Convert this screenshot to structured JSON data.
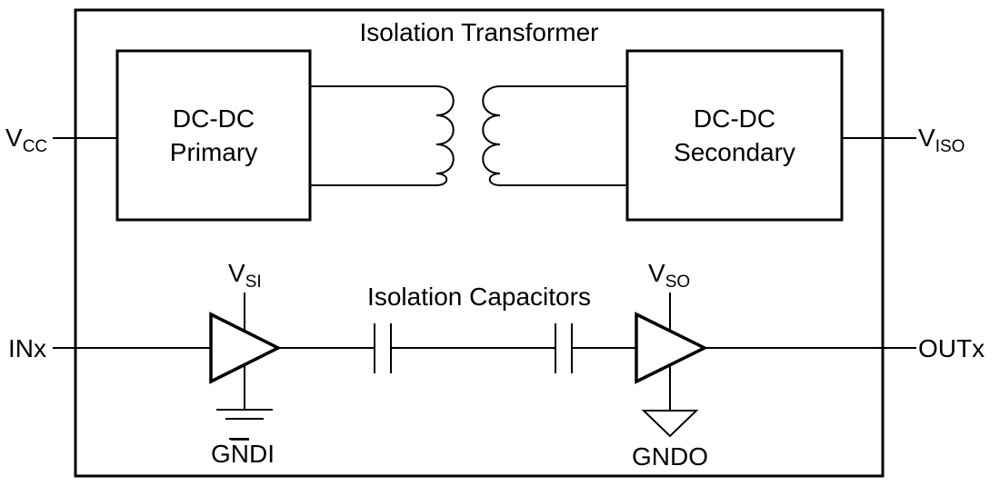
{
  "diagram": {
    "outer_block_title": "Isolation Transformer",
    "capacitor_label": "Isolation Capacitors",
    "primary_block": {
      "line1": "DC-DC",
      "line2": "Primary"
    },
    "secondary_block": {
      "line1": "DC-DC",
      "line2": "Secondary"
    },
    "pins": {
      "vcc": {
        "main": "V",
        "sub": "CC"
      },
      "viso": {
        "main": "V",
        "sub": "ISO"
      },
      "inx": "INx",
      "outx": "OUTx"
    },
    "supplies": {
      "vsi": {
        "main": "V",
        "sub": "SI"
      },
      "vso": {
        "main": "V",
        "sub": "SO"
      }
    },
    "grounds": {
      "gndi": {
        "pre": "G",
        "over": "N",
        "post": "DI"
      },
      "gndo": "GNDO"
    }
  }
}
